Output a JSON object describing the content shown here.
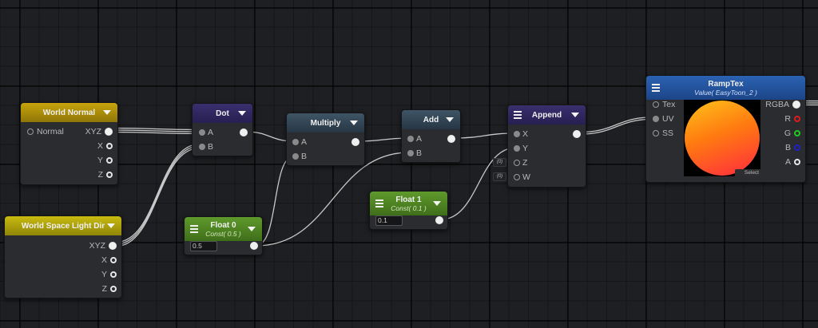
{
  "canvas": {
    "type": "shader-node-graph",
    "background": "#1e1f22"
  },
  "nodes": {
    "world_normal": {
      "title": "World Normal",
      "header_color": "#b8980b",
      "inputs": [
        {
          "label": "Normal"
        }
      ],
      "outputs": [
        {
          "label": "XYZ"
        },
        {
          "label": "X"
        },
        {
          "label": "Y"
        },
        {
          "label": "Z"
        }
      ]
    },
    "light_dir": {
      "title": "World Space Light Dir",
      "header_color": "#c2b50f",
      "outputs": [
        {
          "label": "XYZ"
        },
        {
          "label": "X"
        },
        {
          "label": "Y"
        },
        {
          "label": "Z"
        }
      ]
    },
    "dot": {
      "title": "Dot",
      "header_color": "#32296a",
      "inputs": [
        {
          "label": "A"
        },
        {
          "label": "B"
        }
      ]
    },
    "multiply": {
      "title": "Multiply",
      "header_color": "#364a5c",
      "inputs": [
        {
          "label": "A"
        },
        {
          "label": "B"
        }
      ]
    },
    "add": {
      "title": "Add",
      "header_color": "#364a5c",
      "inputs": [
        {
          "label": "A"
        },
        {
          "label": "B"
        }
      ]
    },
    "append": {
      "title": "Append",
      "header_color": "#32296a",
      "inputs": [
        {
          "label": "X"
        },
        {
          "label": "Y"
        },
        {
          "label": "Z",
          "default": "(0)"
        },
        {
          "label": "W",
          "default": "(0)"
        }
      ]
    },
    "float0": {
      "title": "Float 0",
      "subtitle": "Const( 0.5 )",
      "header_color": "#568f27",
      "value": "0.5"
    },
    "float1": {
      "title": "Float 1",
      "subtitle": "Const( 0.1 )",
      "header_color": "#568f27",
      "value": "0.1"
    },
    "ramptex": {
      "title": "RampTex",
      "subtitle": "Value( EasyToon_2 )",
      "header_color": "#2458a6",
      "inputs": [
        {
          "label": "Tex"
        },
        {
          "label": "UV"
        },
        {
          "label": "SS"
        }
      ],
      "outputs": [
        {
          "label": "RGBA"
        },
        {
          "label": "R"
        },
        {
          "label": "G"
        },
        {
          "label": "B"
        },
        {
          "label": "A"
        }
      ],
      "select_label": "Select",
      "channel_colors": {
        "R": "#e01b1b",
        "G": "#1ecb1e",
        "B": "#2020c8",
        "A": "#e6e6e6"
      }
    }
  },
  "connections": [
    {
      "from": "world_normal.XYZ",
      "to": "dot.A"
    },
    {
      "from": "light_dir.XYZ",
      "to": "dot.B"
    },
    {
      "from": "dot.out",
      "to": "multiply.A"
    },
    {
      "from": "float0.out",
      "to": "multiply.B"
    },
    {
      "from": "multiply.out",
      "to": "add.A"
    },
    {
      "from": "float0.out",
      "to": "add.B"
    },
    {
      "from": "add.out",
      "to": "append.X"
    },
    {
      "from": "float1.out",
      "to": "append.Y"
    },
    {
      "from": "append.out",
      "to": "ramptex.UV"
    }
  ]
}
